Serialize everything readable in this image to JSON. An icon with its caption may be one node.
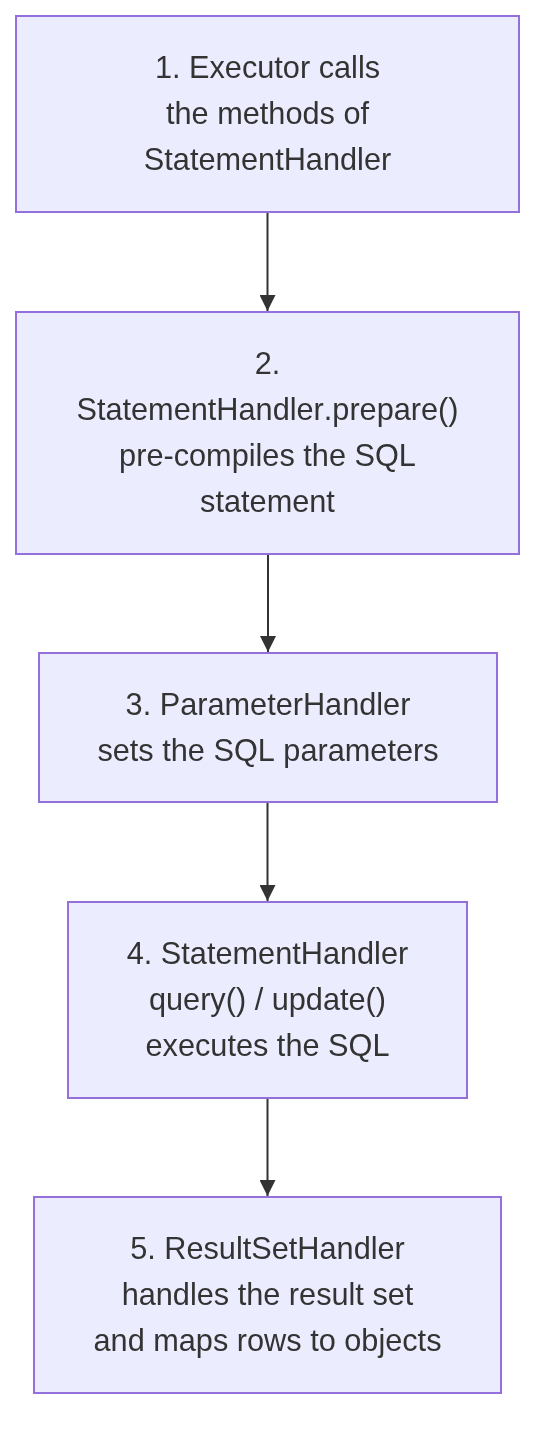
{
  "diagram": {
    "nodes": [
      {
        "text": [
          "1. Executor calls the methods of StatementHandler"
        ]
      },
      {
        "text": [
          "2. StatementHandler.prepare() pre-compiles the SQL statement"
        ]
      },
      {
        "text": [
          "3. ParameterHandler sets the SQL parameters"
        ]
      },
      {
        "text": [
          "4. StatementHandler query() / update() executes the SQL"
        ]
      },
      {
        "text": [
          "5. ResultSetHandler handles the result set and maps rows to objects"
        ]
      }
    ],
    "edges": [
      {
        "from": 0,
        "to": 1,
        "arrow": "to"
      },
      {
        "from": 1,
        "to": 2,
        "arrow": "to"
      },
      {
        "from": 2,
        "to": 3,
        "arrow": "to"
      },
      {
        "from": 3,
        "to": 4,
        "arrow": "to"
      }
    ]
  }
}
